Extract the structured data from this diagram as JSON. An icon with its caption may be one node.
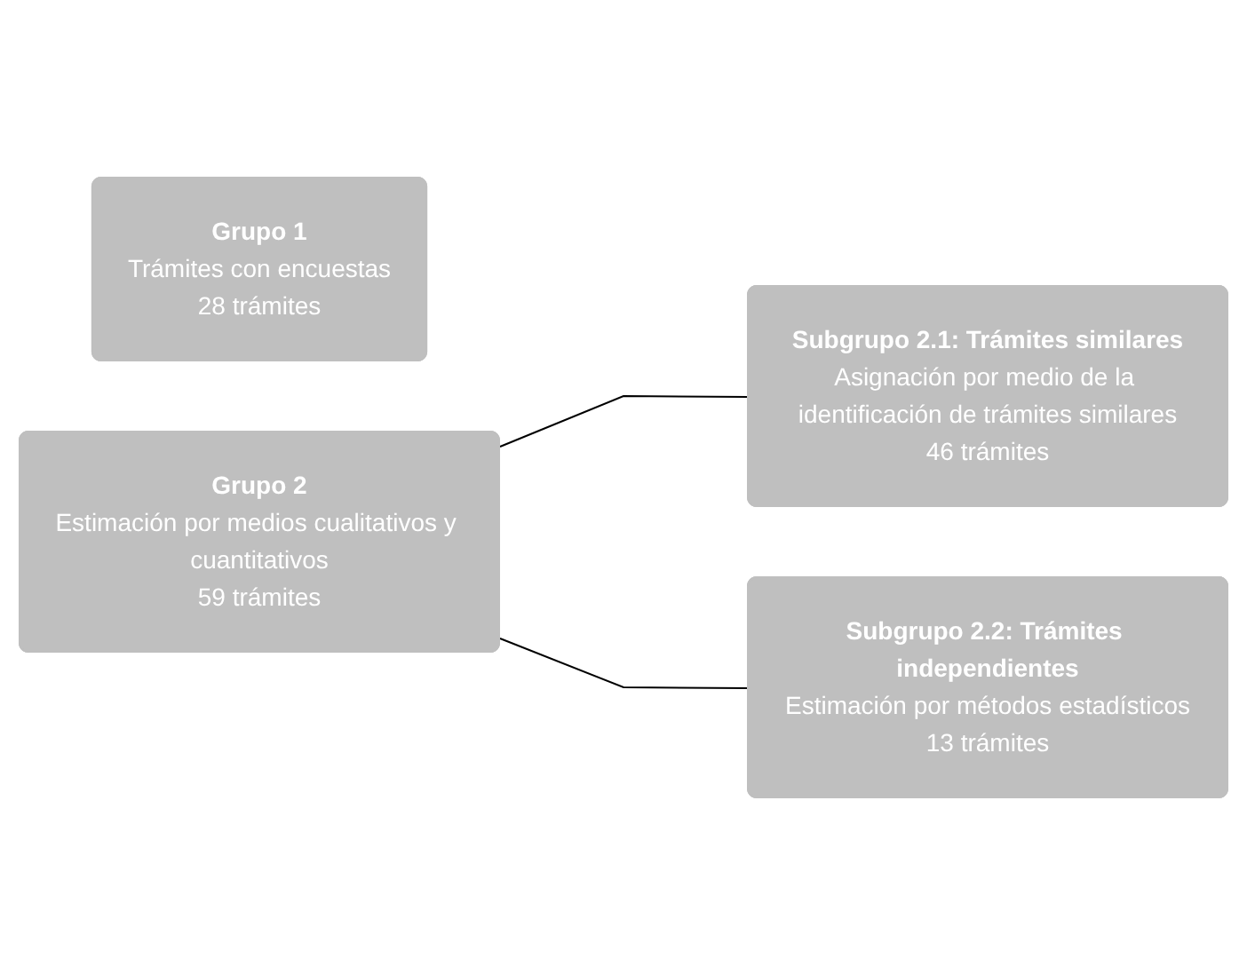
{
  "diagram": {
    "nodes": [
      {
        "text": [
          "Grupo 1",
          "Trámites con encuestas",
          "28 trámites"
        ]
      },
      {
        "text": [
          "Grupo 2",
          "Estimación por medios cualitativos y cuantitativos",
          "59 trámites"
        ]
      },
      {
        "text": [
          "Subgrupo 2.1: Trámites similares",
          "Asignación por medio de la identificación de trámites similares",
          "46 trámites"
        ]
      },
      {
        "text": [
          "Subgrupo 2.2: Trámites independientes",
          "Estimación por métodos estadísticos",
          "13 trámites"
        ]
      }
    ],
    "edges": [
      {
        "from": 1,
        "to": 2,
        "arrow": "none"
      },
      {
        "from": 1,
        "to": 3,
        "arrow": "none"
      }
    ]
  }
}
